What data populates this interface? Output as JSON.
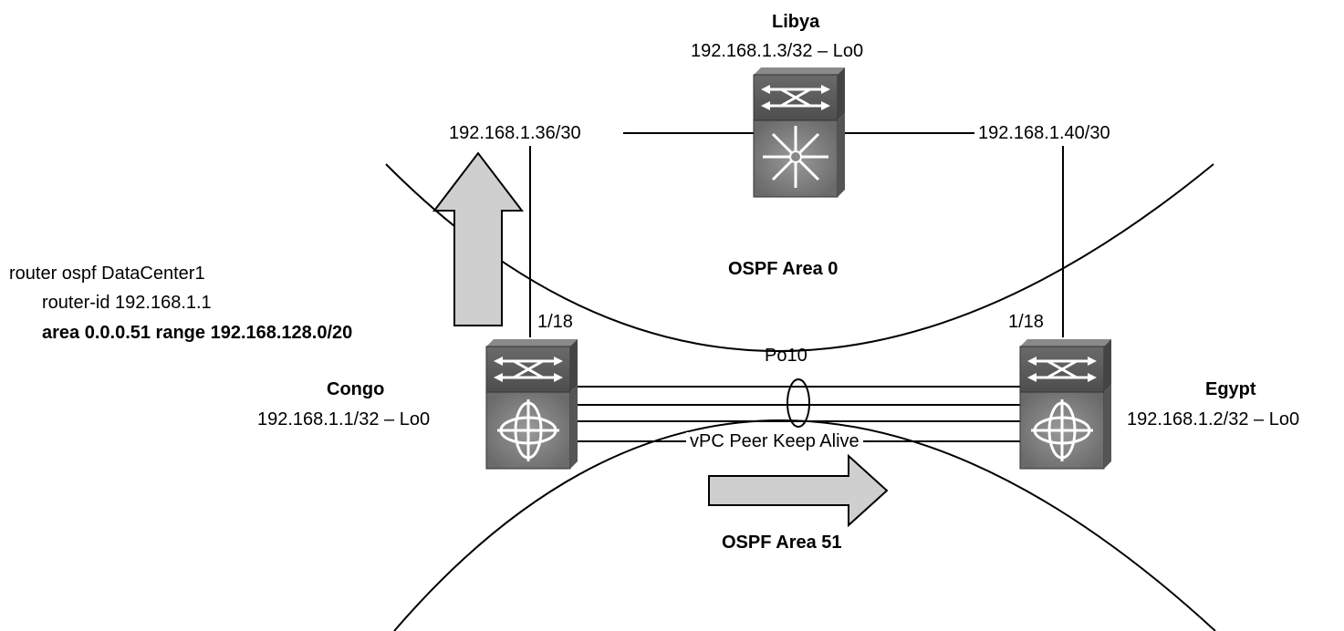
{
  "routers": {
    "libya": {
      "name": "Libya",
      "loopback": "192.168.1.3/32 – Lo0"
    },
    "congo": {
      "name": "Congo",
      "loopback": "192.168.1.1/32 – Lo0"
    },
    "egypt": {
      "name": "Egypt",
      "loopback": "192.168.1.2/32 – Lo0"
    }
  },
  "links": {
    "left_subnet": "192.168.1.36/30",
    "right_subnet": "192.168.1.40/30",
    "congo_port": "1/18",
    "egypt_port": "1/18",
    "port_channel": "Po10",
    "keepalive": "vPC Peer Keep Alive"
  },
  "areas": {
    "area0": "OSPF Area 0",
    "area51": "OSPF Area 51"
  },
  "config": {
    "line1": "router ospf DataCenter1",
    "line2": "router-id 192.168.1.1",
    "line3": "area 0.0.0.51 range 192.168.128.0/20"
  },
  "colors": {
    "switch_top": "#5a5a5a",
    "switch_body": "#7a7a7a",
    "arrow_fill": "#cfcfcf"
  }
}
